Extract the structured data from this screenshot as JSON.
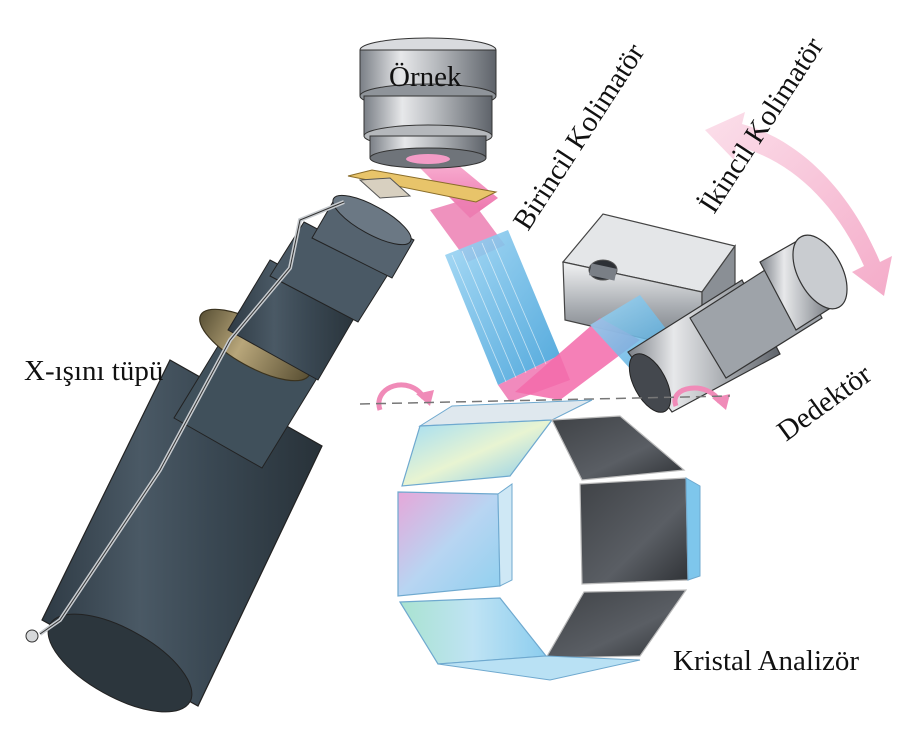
{
  "title": "",
  "labels": {
    "sample": "Örnek",
    "primary_collimator": "Birincil Kolimatör",
    "secondary_collimator": "İkincil Kolimatör",
    "xray_tube": "X-ışını tüpü",
    "detector": "Dedektör",
    "crystal_analyzer": "Kristal Analizör"
  },
  "colors": {
    "tube_body": "#3d4b56",
    "tube_highlight": "#5b6a76",
    "ring_gold": "#8b7a52",
    "metal_light": "#d6d8da",
    "metal_dark": "#6c7178",
    "beam_pink": "#f06aa8",
    "beam_blue": "#5fb8ea",
    "arrow_pink": "#f6b9cf",
    "crystal_dark": "#4a4d52"
  }
}
